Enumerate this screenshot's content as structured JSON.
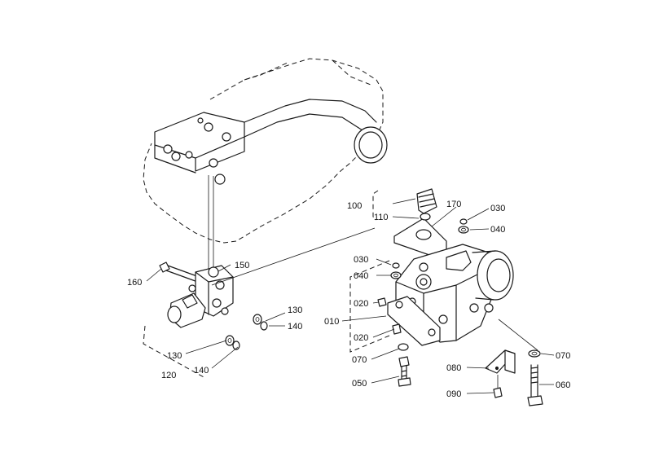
{
  "labels": {
    "p010": "010",
    "p020a": "020",
    "p020b": "020",
    "p030a": "030",
    "p030b": "030",
    "p040a": "040",
    "p040b": "040",
    "p050": "050",
    "p060": "060",
    "p070a": "070",
    "p070b": "070",
    "p080": "080",
    "p090": "090",
    "p100": "100",
    "p110": "110",
    "p120": "120",
    "p130a": "130",
    "p130b": "130",
    "p140a": "140",
    "p140b": "140",
    "p150": "150",
    "p160": "160",
    "p170": "170"
  }
}
